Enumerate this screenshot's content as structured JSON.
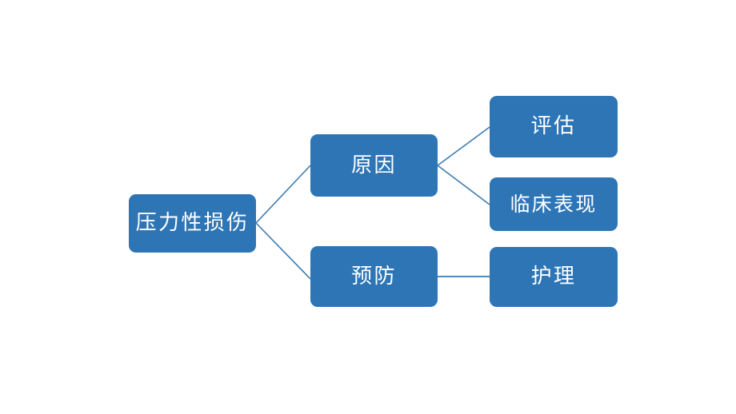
{
  "diagram": {
    "type": "mind-map",
    "background_color": "#FFFFFF",
    "node_fill_color": "#2E75B6",
    "node_text_color": "#FFFFFF",
    "connector_color": "#3D7BB0",
    "nodes": [
      {
        "id": "root",
        "label": "压力性损伤",
        "level": 1
      },
      {
        "id": "cause",
        "label": "原因",
        "level": 2
      },
      {
        "id": "prevention",
        "label": "预防",
        "level": 2
      },
      {
        "id": "assessment",
        "label": "评估",
        "level": 3
      },
      {
        "id": "manifestation",
        "label": "临床表现",
        "level": 3
      },
      {
        "id": "nursing",
        "label": "护理",
        "level": 3
      }
    ],
    "edges": [
      {
        "from": "root",
        "to": "cause"
      },
      {
        "from": "root",
        "to": "prevention"
      },
      {
        "from": "cause",
        "to": "assessment"
      },
      {
        "from": "cause",
        "to": "manifestation"
      },
      {
        "from": "prevention",
        "to": "nursing"
      }
    ]
  }
}
